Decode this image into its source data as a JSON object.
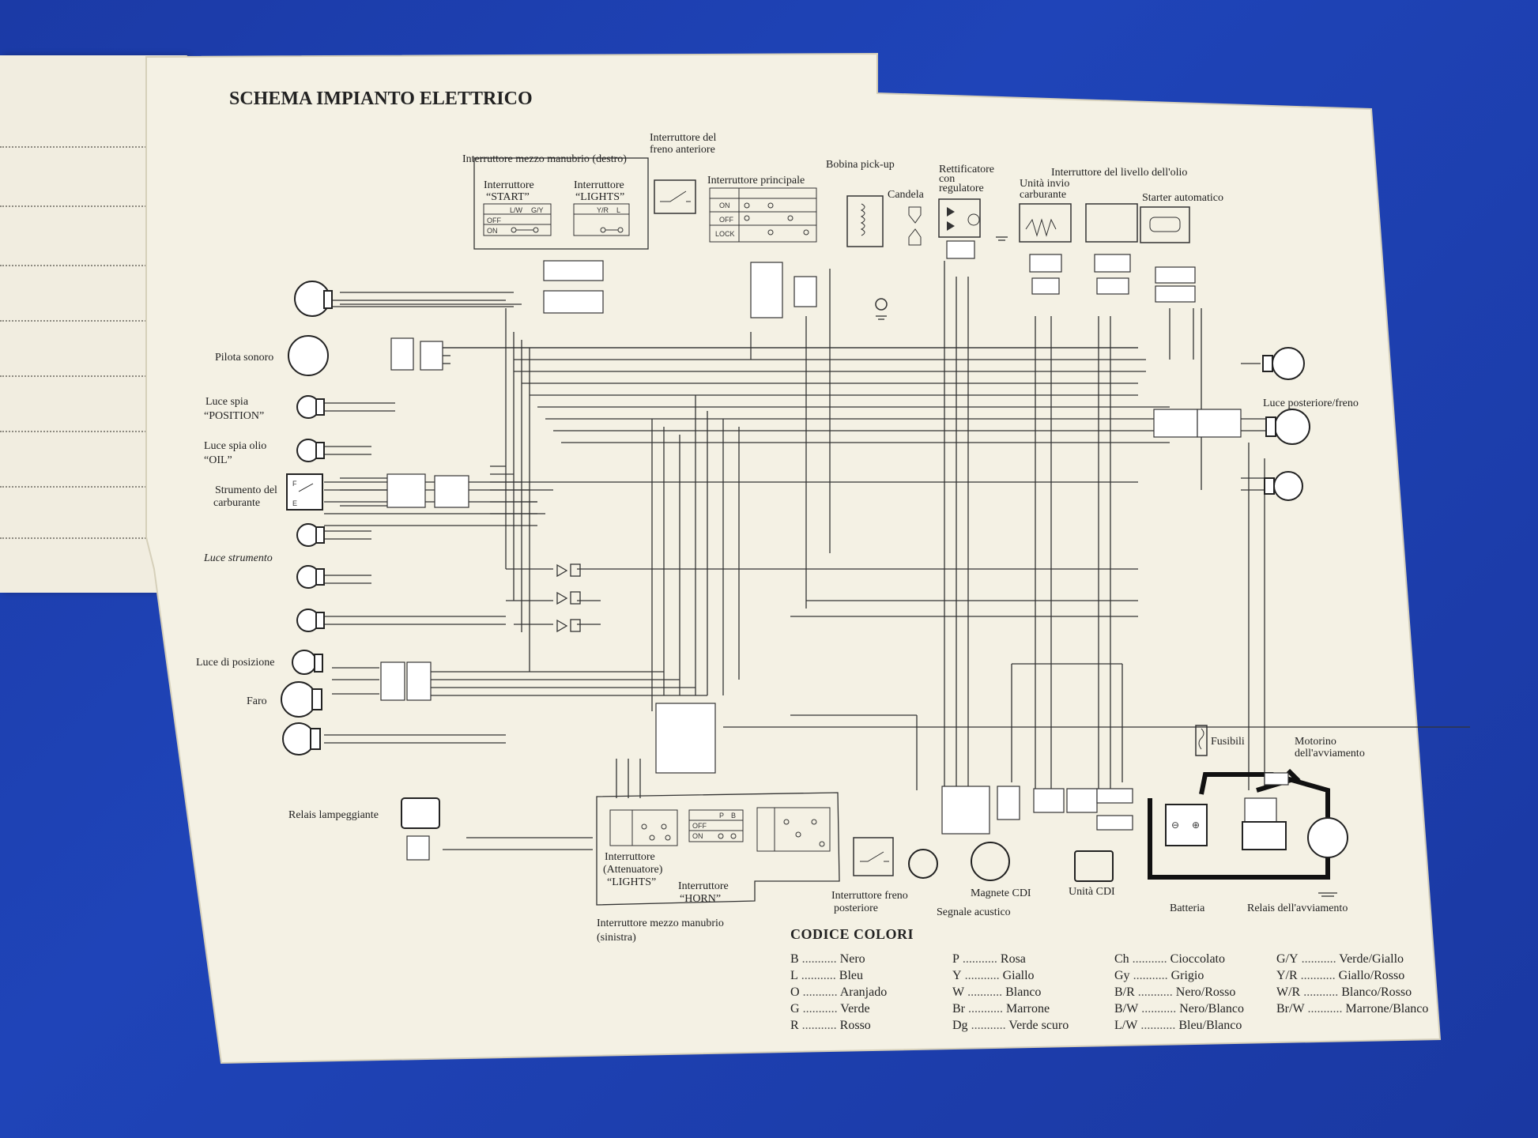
{
  "title": "SCHEMA IMPIANTO ELETTRICO",
  "labels": {
    "interruttore_mezzo_dx": "Interruttore mezzo manubrio (destro)",
    "int_start_1": "Interruttore",
    "int_start_2": "“START”",
    "int_lights_1": "Interruttore",
    "int_lights_2": "“LIGHTS”",
    "freno_ant_1": "Interruttore del",
    "freno_ant_2": "freno anteriore",
    "principale": "Interruttore principale",
    "bobina": "Bobina pick-up",
    "candela": "Candela",
    "rett_1": "Rettificatore",
    "rett_2": "con",
    "rett_3": "regulatore",
    "livello_olio": "Interruttore del livello dell'olio",
    "invio_1": "Unità invio",
    "invio_2": "carburante",
    "starter": "Starter automatico",
    "pilota_sonoro": "Pilota sonoro",
    "spia_pos_1": "Luce spia",
    "spia_pos_2": "“POSITION”",
    "spia_olio_1": "Luce spia olio",
    "spia_olio_2": "“OIL”",
    "strumento_1": "Strumento del",
    "strumento_2": "carburante",
    "luce_strumento": "Luce strumento",
    "luce_posizione": "Luce di posizione",
    "faro": "Faro",
    "relais_lamp": "Relais lampeggiante",
    "luce_post": "Luce posteriore/freno",
    "fusibili": "Fusibili",
    "motorino_1": "Motorino",
    "motorino_2": "dell'avviamento",
    "att_1": "Interruttore",
    "att_2": "(Attenuatore)",
    "att_3": "“LIGHTS”",
    "horn_1": "Interruttore",
    "horn_2": "“HORN”",
    "mezzo_sx_1": "Interruttore mezzo manubrio",
    "mezzo_sx_2": "(sinistra)",
    "freno_post_1": "Interruttore freno",
    "freno_post_2": "posteriore",
    "segnale": "Segnale acustico",
    "magnete": "Magnete CDI",
    "unita_cdi": "Unità CDI",
    "batteria": "Batteria",
    "relais_avv": "Relais dell'avviamento"
  },
  "switch_table": {
    "off": "OFF",
    "on": "ON",
    "lock": "LOCK",
    "lw": "L/W",
    "gy": "G/Y",
    "yr": "Y/R",
    "l": "L",
    "p": "P",
    "b": "B"
  },
  "legend": {
    "title": "CODICE COLORI",
    "columns": [
      [
        {
          "code": "B",
          "name": "Nero"
        },
        {
          "code": "L",
          "name": "Bleu"
        },
        {
          "code": "O",
          "name": "Aranjado"
        },
        {
          "code": "G",
          "name": "Verde"
        },
        {
          "code": "R",
          "name": "Rosso"
        }
      ],
      [
        {
          "code": "P",
          "name": "Rosa"
        },
        {
          "code": "Y",
          "name": "Giallo"
        },
        {
          "code": "W",
          "name": "Blanco"
        },
        {
          "code": "Br",
          "name": "Marrone"
        },
        {
          "code": "Dg",
          "name": "Verde scuro"
        }
      ],
      [
        {
          "code": "Ch",
          "name": "Cioccolato"
        },
        {
          "code": "Gy",
          "name": "Grigio"
        },
        {
          "code": "B/R",
          "name": "Nero/Rosso"
        },
        {
          "code": "B/W",
          "name": "Nero/Blanco"
        },
        {
          "code": "L/W",
          "name": "Bleu/Blanco"
        }
      ],
      [
        {
          "code": "G/Y",
          "name": "Verde/Giallo"
        },
        {
          "code": "Y/R",
          "name": "Giallo/Rosso"
        },
        {
          "code": "W/R",
          "name": "Blanco/Rosso"
        },
        {
          "code": "Br/W",
          "name": "Marrone/Blanco"
        }
      ]
    ]
  }
}
